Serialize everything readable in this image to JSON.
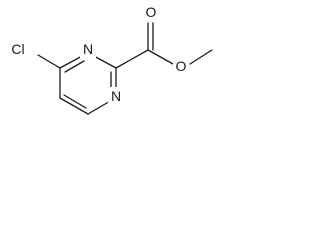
{
  "molecule": {
    "colors": {
      "bond": "#1a1a1a",
      "text": "#1a1a1a",
      "background": "#ffffff"
    },
    "atoms": [
      {
        "id": "cl",
        "label": "Cl"
      },
      {
        "id": "n_top",
        "label": "N"
      },
      {
        "id": "n_bottom",
        "label": "N"
      },
      {
        "id": "o_carbonyl",
        "label": "O"
      },
      {
        "id": "o_ester",
        "label": "O"
      }
    ]
  }
}
